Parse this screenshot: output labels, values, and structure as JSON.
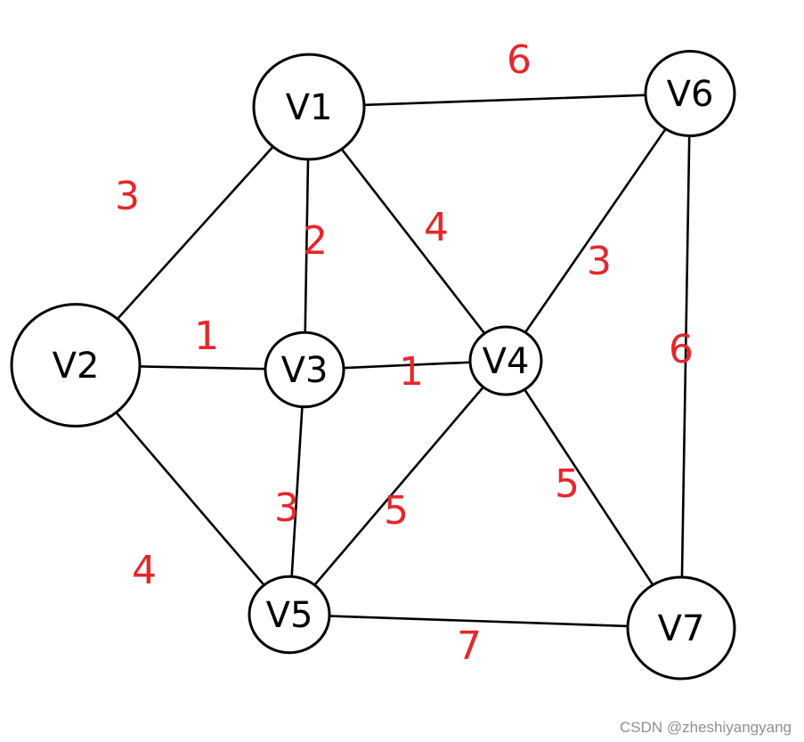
{
  "nodes": [
    {
      "id": "V1",
      "label": "V1"
    },
    {
      "id": "V6",
      "label": "V6"
    },
    {
      "id": "V2",
      "label": "V2"
    },
    {
      "id": "V3",
      "label": "V3"
    },
    {
      "id": "V4",
      "label": "V4"
    },
    {
      "id": "V5",
      "label": "V5"
    },
    {
      "id": "V7",
      "label": "V7"
    }
  ],
  "edges": [
    {
      "from": "V1",
      "to": "V6",
      "weight": "6"
    },
    {
      "from": "V1",
      "to": "V2",
      "weight": "3"
    },
    {
      "from": "V1",
      "to": "V3",
      "weight": "2"
    },
    {
      "from": "V1",
      "to": "V4",
      "weight": "4"
    },
    {
      "from": "V6",
      "to": "V4",
      "weight": "3"
    },
    {
      "from": "V6",
      "to": "V7",
      "weight": "6"
    },
    {
      "from": "V2",
      "to": "V3",
      "weight": "1"
    },
    {
      "from": "V3",
      "to": "V4",
      "weight": "1"
    },
    {
      "from": "V3",
      "to": "V5",
      "weight": "3"
    },
    {
      "from": "V4",
      "to": "V5",
      "weight": "5"
    },
    {
      "from": "V4",
      "to": "V7",
      "weight": "5"
    },
    {
      "from": "V2",
      "to": "V5",
      "weight": "4"
    },
    {
      "from": "V5",
      "to": "V7",
      "weight": "7"
    }
  ],
  "colors": {
    "edge": "#000000",
    "weight": "#e8262a",
    "watermark": "#8f8f8f"
  },
  "watermark": "CSDN @zheshiyangyang"
}
